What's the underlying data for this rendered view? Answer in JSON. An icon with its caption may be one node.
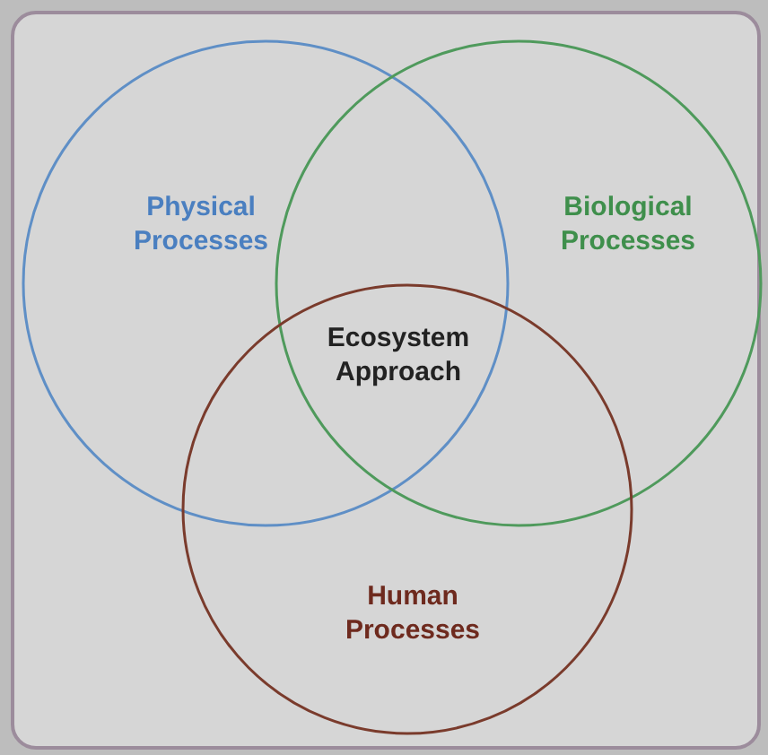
{
  "diagram": {
    "nodes": [
      {
        "text": [
          "Physical Processes"
        ]
      },
      {
        "text": [
          "Biological Processes"
        ]
      },
      {
        "text": [
          "Human Processes"
        ]
      }
    ],
    "labels": [
      "Ecosystem Approach"
    ]
  }
}
